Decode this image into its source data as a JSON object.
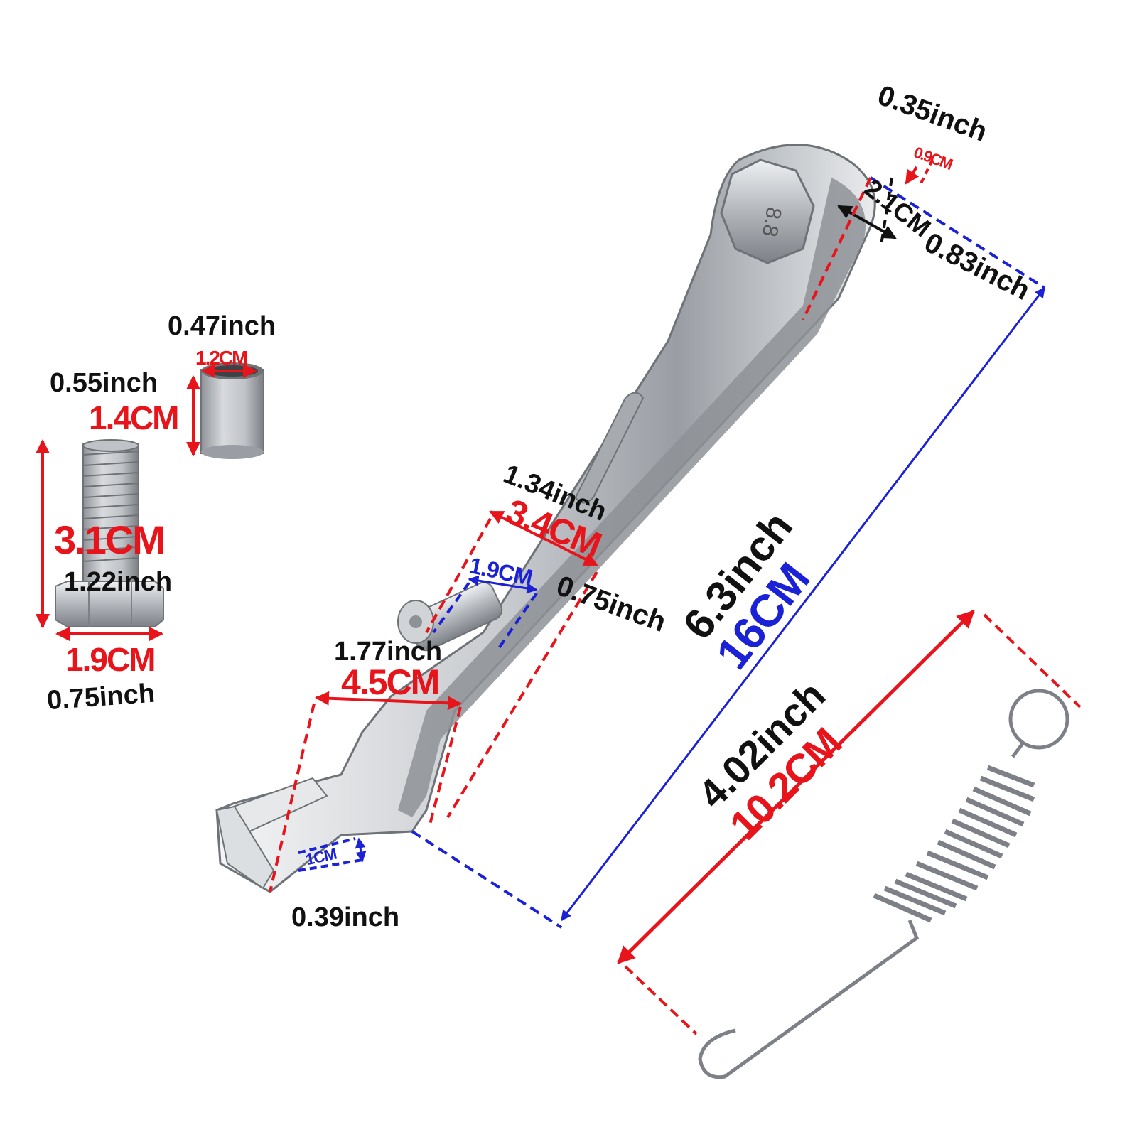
{
  "colors": {
    "accent_red": "#e8141b",
    "accent_blue": "#1b22d6",
    "text": "#111111",
    "metal": "#c9ccd0"
  },
  "parts": {
    "kickstand": {
      "bolt_head_mark": "8.8"
    },
    "sleeve": {
      "inner_diameter_cm": "1.2CM",
      "inner_diameter_in": "0.47inch",
      "length_cm": "1.4CM",
      "length_in": "0.55inch"
    },
    "bolt": {
      "length_cm": "3.1CM",
      "length_in": "1.22inch",
      "head_width_cm": "1.9CM",
      "head_width_in": "0.75inch"
    },
    "arm": {
      "total_length_cm": "16CM",
      "total_length_in": "6.3inch",
      "top_width_cm": "2.1CM",
      "top_width_in": "0.83inch",
      "top_thickness_cm": "0.9CM",
      "top_thickness_in": "0.35inch",
      "mount_length_cm": "3.4CM",
      "mount_length_in": "1.34inch",
      "pin_diameter_cm": "1.9CM",
      "pin_diameter_in": "0.75inch",
      "foot_length_cm": "4.5CM",
      "foot_length_in": "1.77inch",
      "foot_thickness_cm": "1CM",
      "foot_thickness_in": "0.39inch"
    },
    "spring": {
      "length_cm": "10.2CM",
      "length_in": "4.02inch"
    }
  }
}
